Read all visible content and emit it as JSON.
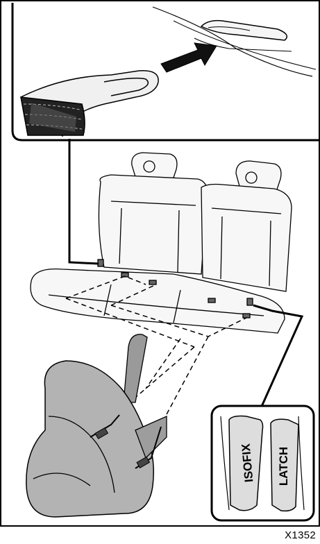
{
  "figure": {
    "code": "X1352",
    "isofix_label": "ISOFIX",
    "latch_label": "LATCH",
    "colors": {
      "line": "#000000",
      "seat_fill": "#f5f5f5",
      "child_seat_fill": "#b8b8b8",
      "strap_fill": "#e6e6e6",
      "dark": "#333333"
    }
  }
}
